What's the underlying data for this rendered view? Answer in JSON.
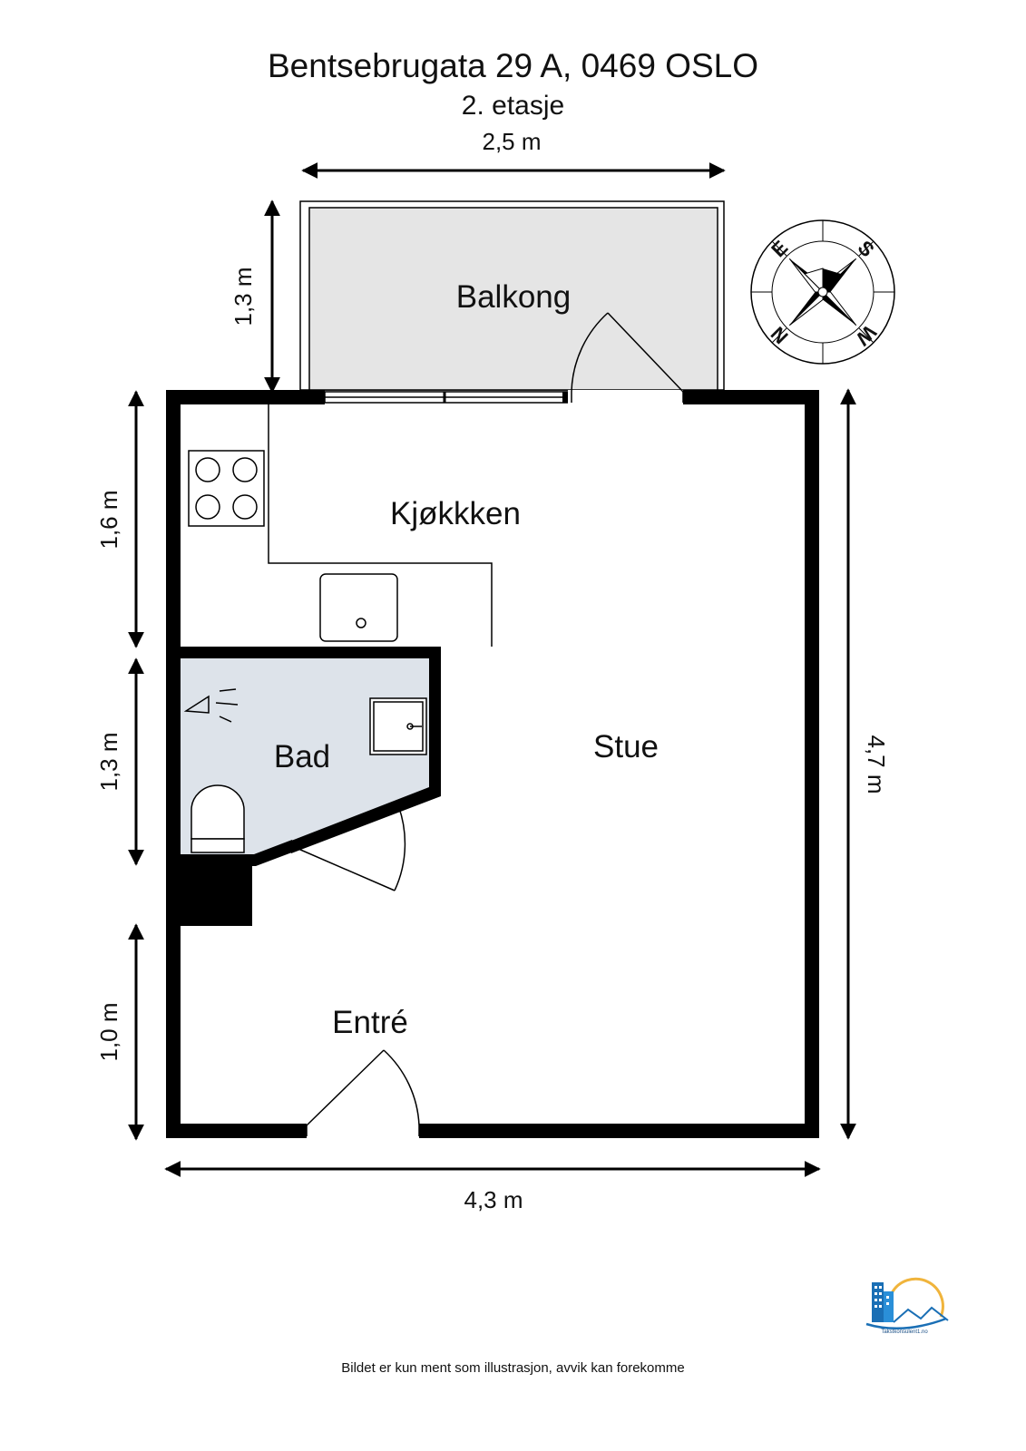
{
  "header": {
    "address": "Bentsebrugata 29 A, 0469 OSLO",
    "floor": "2. etasje"
  },
  "rooms": {
    "balcony": "Balkong",
    "kitchen": "Kjøkkken",
    "bathroom": "Bad",
    "living_room": "Stue",
    "entrance": "Entré"
  },
  "dimensions": {
    "balcony_width": "2,5 m",
    "balcony_depth": "1,3 m",
    "kitchen_depth": "1,6 m",
    "bathroom_depth": "1,3 m",
    "entrance_depth": "1,0 m",
    "total_depth": "4,7 m",
    "total_width": "4,3 m"
  },
  "compass": {
    "n": "N",
    "e": "E",
    "s": "S",
    "w": "W"
  },
  "logo": {
    "text": "Takstkonsulent1.no"
  },
  "footer": {
    "disclaimer": "Bildet er kun ment som illustrasjon, avvik kan forekomme"
  },
  "colors": {
    "wall": "#000000",
    "balcony_fill": "#e5e5e5",
    "bathroom_fill": "#dde3ea",
    "logo_blue": "#1a6fb5",
    "logo_orange": "#f0b43c"
  }
}
